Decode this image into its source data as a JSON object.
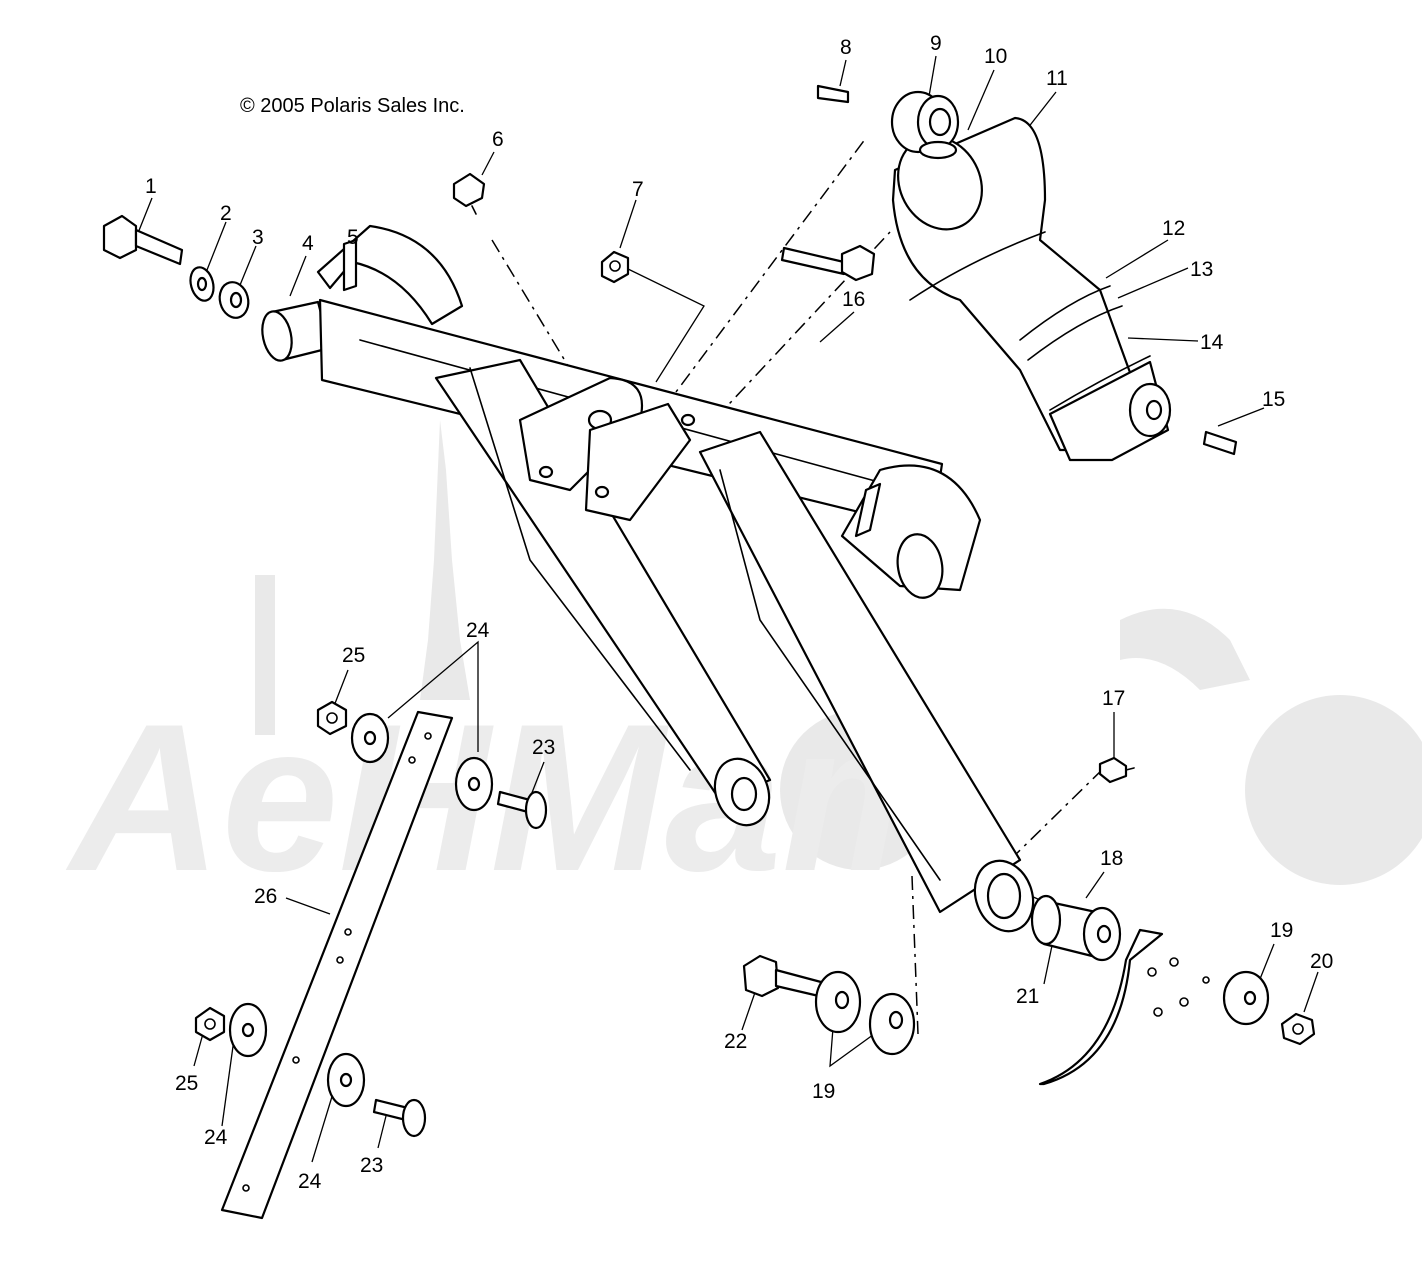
{
  "copyright": "© 2005 Polaris Sales Inc.",
  "watermark": {
    "text": "AeHMam",
    "color": "#e9e9e9"
  },
  "callouts": {
    "c1": "1",
    "c2": "2",
    "c3": "3",
    "c4": "4",
    "c5": "5",
    "c6": "6",
    "c7": "7",
    "c8": "8",
    "c9": "9",
    "c10": "10",
    "c11": "11",
    "c12": "12",
    "c13": "13",
    "c14": "14",
    "c15": "15",
    "c16": "16",
    "c17": "17",
    "c18": "18",
    "c19a": "19",
    "c19b": "19",
    "c20": "20",
    "c21": "21",
    "c22": "22",
    "c23a": "23",
    "c23b": "23",
    "c24a": "24",
    "c24b": "24",
    "c24c": "24",
    "c25a": "25",
    "c25b": "25",
    "c26": "26"
  }
}
